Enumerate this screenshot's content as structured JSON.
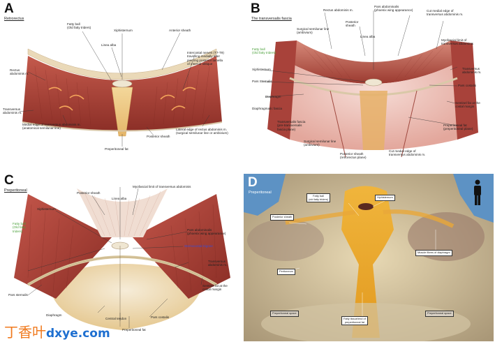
{
  "panels": {
    "a": {
      "letter": "A",
      "subtitle": "Retrorectus",
      "labels": {
        "fatty_ball": "Fatty ball\n(Old fatty triders)",
        "xiphisternum": "Xiphisternum",
        "anterior_sheath": "Anterior sheath",
        "linea_alba": "Linea alba",
        "intercostal": "Intercostal nerves (T7-T9)\ntravelling medially after\npiercing posterior lamella\nof internal oblique",
        "rectus": "Rectus\nabdominis m.",
        "transversus": "Transversus\nabdominis m.",
        "medial_edge": "Medial edge of transversus abdominis m.\n(anatomical semilunar line)",
        "posterior_sheath": "Posterior sheath",
        "lateral_edge": "Lateral edge of rectus abdominis m.\n(surgical semilunar line or ambivium)",
        "preperitoneal_fat": "Preperitoneal fat"
      }
    },
    "b": {
      "letter": "B",
      "subtitle": "The transversalis fascia",
      "labels": {
        "rectus": "Rectus abdominis m.",
        "pars_abd": "Pars abdominalis\n(phoenix wing appearance)",
        "cut_medial_top": "Cut medial edge of\ntransversus abdominis m.",
        "posterior_sheath": "Posterior\nsheath",
        "surgical_semilunar": "Surgical semilunar line\n(ambivium)",
        "linea_alba": "Linea alba",
        "fatty_ball": "Fatty ball\n(Old fatty triders)",
        "myofascial": "Myofascial limit of\ntransversus abdominis",
        "xiphisternum": "Xiphisternum",
        "transversus": "Transversus\nabdominis m.",
        "pars_sternalis": "Pars Sternalis",
        "pars_costalis": "Pars costalis",
        "diaphragm": "Diaphragm",
        "diaphragmatic_fascia": "Diaphragmatic fascia",
        "sentinel": "Sentinel fat at the\ncostal margin",
        "transversalis_fascia": "Transversalis fascia\n(pre-transversalis\nfascia plane)",
        "preperitoneal_fat": "Preperitoneal fat\n(preperitoneal plane)",
        "surgical_semilunar_bottom": "Surgical semilunar line\n(ambivium)",
        "posterior_sheath_bottom": "Posterior sheath\n(retrorectus plane)",
        "cut_medial_bottom": "Cut medial edge of\ntransversus abdominis m."
      }
    },
    "c": {
      "letter": "C",
      "subtitle": "Preperitoneal",
      "labels": {
        "posterior_sheath": "Posterior sheath",
        "myofascial": "Myofascial limit of transversus abdominis",
        "linea_alba": "Linea alba",
        "xiphisternum": "Xiphisternum",
        "pars_abd": "Pars abdominalis\n(phoenix wing appearance)",
        "fatty_ball": "Fatty ball\n(Old fatty\ntriders)",
        "sternocostal": "Sternocostal trigone",
        "transversus": "Transversus\nabdominis m.",
        "pars_sternalis": "Pars sternalis",
        "sentinel": "Sentinel fat at the\ncostal margin",
        "diaphragm": "Diaphragm",
        "central_tendon": "Central tendon",
        "pars_costalis": "Pars costalis",
        "preperitoneal_fat": "Preperitoneal fat"
      }
    },
    "d": {
      "letter": "D",
      "subtitle": "Preperitoneal",
      "labels": {
        "fatty_ball": "Fatty ball\n(old fatty triders)",
        "xiphisternum": "Xiphisternum",
        "posterior_sheath": "Posterior sheath",
        "muscle_fibres": "Muscle fibres of diaphragm",
        "peritoneum": "Peritoneum",
        "prep_space_left": "Preperitoneal space",
        "fatty_tissue": "Fatty tissue/end of\npreperitoneal fat",
        "prep_space_right": "Preperitoneal space"
      }
    }
  },
  "watermark": {
    "chinese": "丁香叶",
    "site": "dxye.com"
  },
  "colors": {
    "muscle": "#b5473c",
    "muscle_dark": "#8a2e27",
    "sheath": "#e9dcc4",
    "fat": "#e6b86a",
    "nerve": "#f0a050",
    "watermark_orange": "#f07a1e",
    "watermark_blue": "#1e6fd0",
    "photo_bg": "#d9c9a8"
  }
}
